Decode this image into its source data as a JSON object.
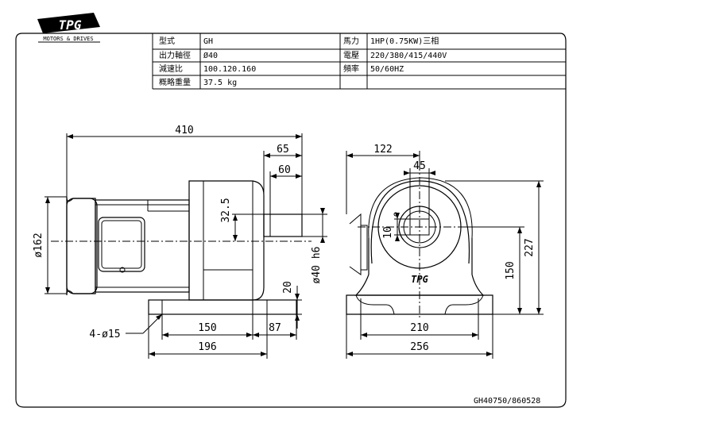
{
  "logo": {
    "text": "TPG",
    "subtitle": "MOTORS & DRIVES"
  },
  "spec_table": {
    "rows": [
      {
        "label": "型式",
        "value": "GH",
        "label2": "馬力",
        "value2": "1HP(0.75KW)三相"
      },
      {
        "label": "出力軸徑",
        "value": "Ø40",
        "label2": "電壓",
        "value2": "220/380/415/440V"
      },
      {
        "label": "減速比",
        "value": "100.120.160",
        "label2": "頻率",
        "value2": "50/60HZ"
      },
      {
        "label": "概略重量",
        "value": "37.5 kg",
        "label2": "",
        "value2": ""
      }
    ]
  },
  "dimensions": {
    "overall_length": "410",
    "shaft_length": "65",
    "key_length": "60",
    "key_height": "32.5",
    "motor_dia": "ø162",
    "shaft_dia": "ø40 h6",
    "foot_height": "20",
    "mount_holes": "4-ø15",
    "foot_span": "150",
    "foot_offset": "87",
    "foot_length": "196",
    "top_offset": "122",
    "key_width": "45",
    "key_depth": "10",
    "shaft_center_height": "150",
    "total_height": "227",
    "foot_hole_span": "210",
    "base_width": "256",
    "front_logo": "TPG"
  },
  "drawing_number": "GH40750/860528"
}
